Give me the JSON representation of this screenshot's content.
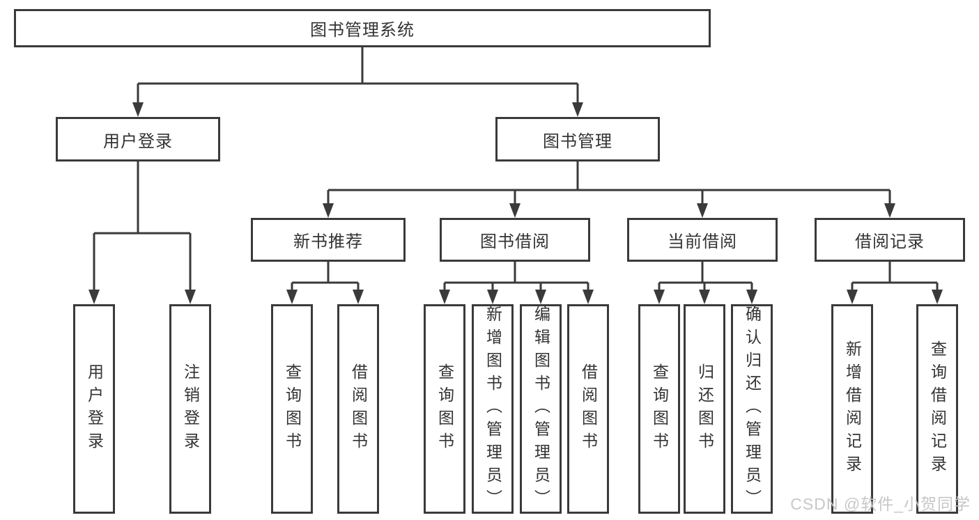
{
  "diagram": {
    "root": {
      "label": "图书管理系统"
    },
    "level2": [
      {
        "label": "用户登录"
      },
      {
        "label": "图书管理",
        "parent": "图书管理系统"
      }
    ],
    "level3": [
      {
        "label": "新书推荐",
        "parent": "图书管理"
      },
      {
        "label": "图书借阅",
        "parent": "图书管理"
      },
      {
        "label": "当前借阅",
        "parent": "图书管理"
      },
      {
        "label": "借阅记录",
        "parent": "图书管理"
      }
    ],
    "leaves": [
      {
        "label": "用户登录",
        "parent": "用户登录"
      },
      {
        "label": "注销登录",
        "parent": "用户登录"
      },
      {
        "label": "查询图书",
        "parent": "新书推荐"
      },
      {
        "label": "借阅图书",
        "parent": "新书推荐"
      },
      {
        "label": "查询图书",
        "parent": "图书借阅"
      },
      {
        "label": "新增图书（管理员）",
        "parent": "图书借阅"
      },
      {
        "label": "编辑图书（管理员）",
        "parent": "图书借阅"
      },
      {
        "label": "借阅图书",
        "parent": "图书借阅"
      },
      {
        "label": "查询图书",
        "parent": "当前借阅"
      },
      {
        "label": "归还图书",
        "parent": "当前借阅"
      },
      {
        "label": "确认归还（管理员）",
        "parent": "当前借阅"
      },
      {
        "label": "新增借阅记录",
        "parent": "借阅记录"
      },
      {
        "label": "查询借阅记录",
        "parent": "借阅记录"
      }
    ]
  },
  "watermark": {
    "text": "CSDN @软件_小贺同学"
  },
  "colors": {
    "line": "#3a3a3a",
    "text": "#333333",
    "watermark": "#c7c7c7",
    "background": "#ffffff"
  }
}
